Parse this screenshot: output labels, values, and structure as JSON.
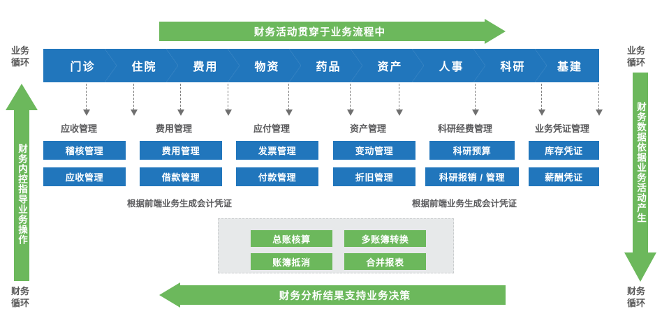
{
  "colors": {
    "blue": "#2176bc",
    "green": "#6cb85c",
    "panel_gray": "#e7e9ea",
    "text_gray": "#59595b"
  },
  "corners": {
    "top_left": "业务\n循环",
    "top_left_line1": "业务",
    "top_left_line2": "循环",
    "top_right_line1": "业务",
    "top_right_line2": "循环",
    "bottom_left_line1": "财务",
    "bottom_left_line2": "循环",
    "bottom_right_line1": "财务",
    "bottom_right_line2": "循环"
  },
  "banners": {
    "top": {
      "label": "财务活动贯穿于业务流程中",
      "direction": "right"
    },
    "bottom": {
      "label": "财务分析结果支持业务决策",
      "direction": "left"
    }
  },
  "side_arrows": {
    "left": {
      "label": "财务内控指导业务操作",
      "direction": "up"
    },
    "right": {
      "label": "财务数据依据业务活动产生",
      "direction": "down"
    }
  },
  "process_chevrons": [
    {
      "label": "门诊"
    },
    {
      "label": "住院"
    },
    {
      "label": "费用"
    },
    {
      "label": "物资"
    },
    {
      "label": "药品"
    },
    {
      "label": "资产"
    },
    {
      "label": "人事"
    },
    {
      "label": "科研"
    },
    {
      "label": "基建"
    }
  ],
  "finance_columns": [
    {
      "header": "应收管理",
      "items": [
        "稽核管理",
        "应收管理"
      ]
    },
    {
      "header": "费用管理",
      "items": [
        "费用管理",
        "借款管理"
      ]
    },
    {
      "header": "应付管理",
      "items": [
        "发票管理",
        "付款管理"
      ]
    },
    {
      "header": "资产管理",
      "items": [
        "变动管理",
        "折旧管理"
      ]
    },
    {
      "header": "科研经费管理",
      "items": [
        "科研预算",
        "科研报销 / 管理"
      ]
    },
    {
      "header": "业务凭证管理",
      "items": [
        "库存凭证",
        "薪酬凭证"
      ]
    }
  ],
  "notes": {
    "left": "根据前端业务生成会计凭证",
    "right": "根据前端业务生成会计凭证"
  },
  "ledger_panel": {
    "items": [
      "总账核算",
      "多账簿转换",
      "账簿抵消",
      "合并报表"
    ]
  }
}
